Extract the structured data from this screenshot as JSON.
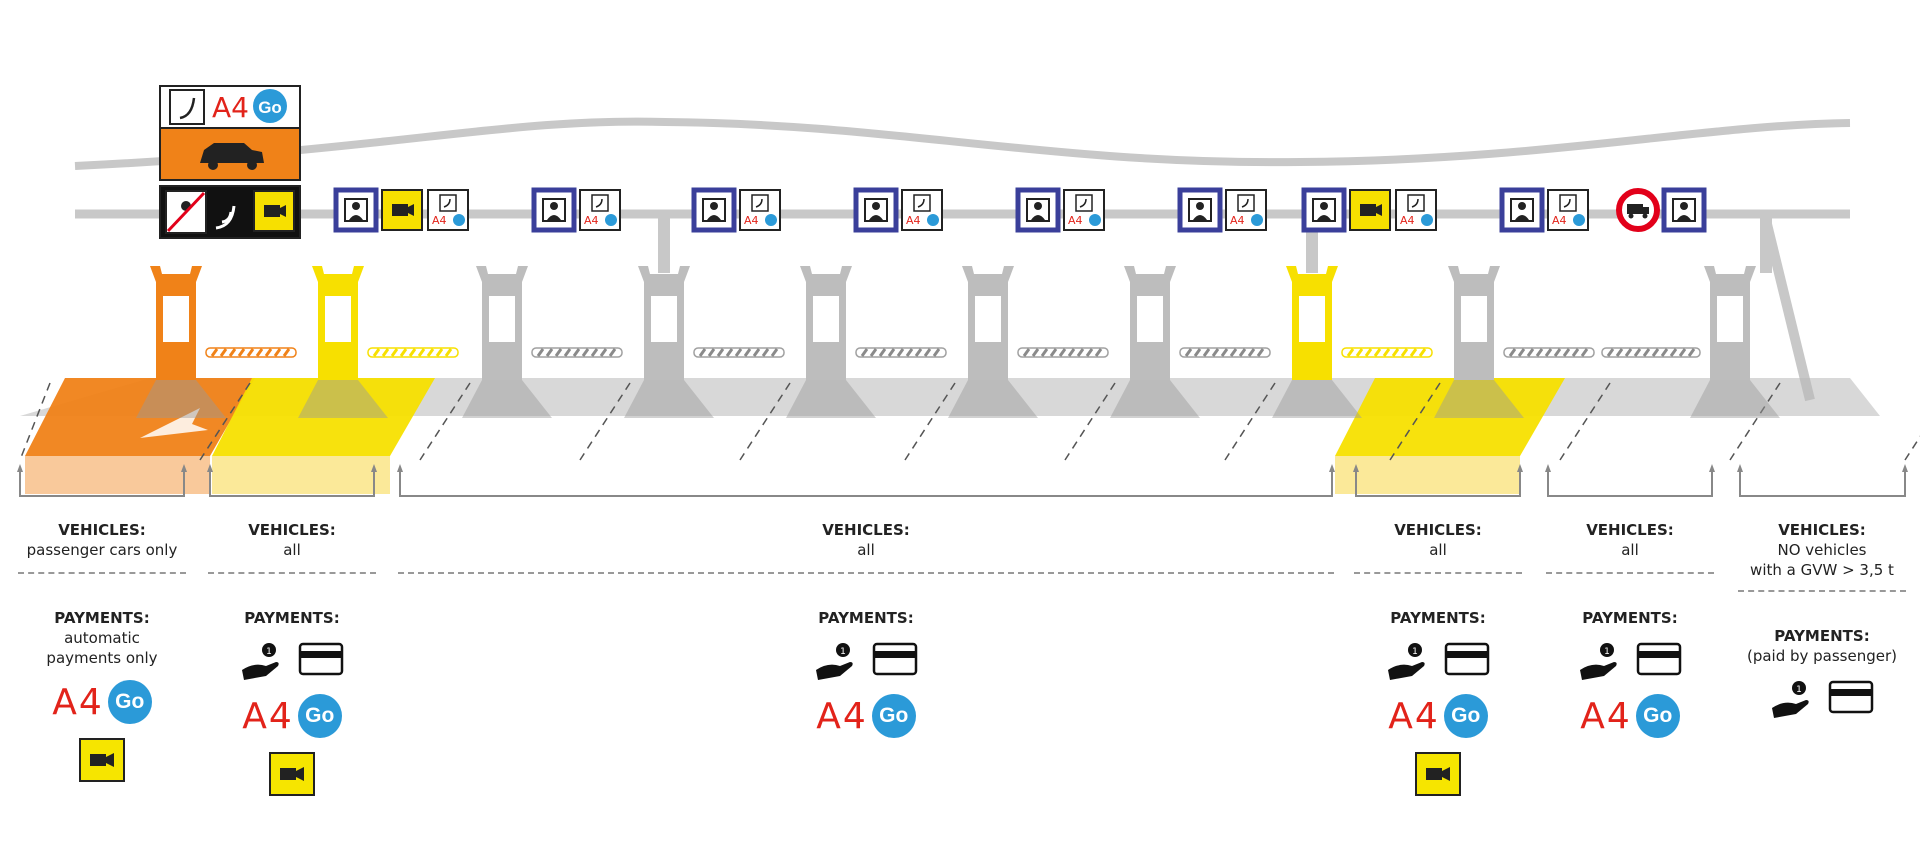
{
  "colors": {
    "orange": "#f08218",
    "yellow": "#f7e000",
    "grey": "#bdbdbd",
    "blue": "#3a3f9a",
    "red": "#e2231a",
    "go_blue": "#2b9ad8"
  },
  "gantry_sign": {
    "brand_text": "A4",
    "go_text": "Go",
    "icons": [
      "radio-icon",
      "car-icon",
      "no-attendant-icon",
      "video-tolling-icon"
    ]
  },
  "lane_icons": [
    [
      "attendant-icon",
      "video-tolling-icon",
      "a4go-card-icon"
    ],
    [
      "attendant-icon",
      "a4go-card-icon"
    ],
    [
      "attendant-icon",
      "a4go-card-icon"
    ],
    [
      "attendant-icon",
      "a4go-card-icon"
    ],
    [
      "attendant-icon",
      "a4go-card-icon"
    ],
    [
      "attendant-icon",
      "a4go-card-icon"
    ],
    [
      "attendant-icon",
      "video-tolling-icon",
      "a4go-card-icon"
    ],
    [
      "attendant-icon",
      "a4go-card-icon"
    ],
    [
      "no-trucks-icon",
      "attendant-icon"
    ]
  ],
  "groups": [
    {
      "vehicles_title": "VEHICLES:",
      "vehicles_text": "passenger cars only",
      "payments_title": "PAYMENTS:",
      "payments_text": "automatic\npayments only",
      "cash": false,
      "card": false,
      "a4go": true,
      "video": true
    },
    {
      "vehicles_title": "VEHICLES:",
      "vehicles_text": "all",
      "payments_title": "PAYMENTS:",
      "payments_text": "",
      "cash": true,
      "card": true,
      "a4go": true,
      "video": true
    },
    {
      "vehicles_title": "VEHICLES:",
      "vehicles_text": "all",
      "payments_title": "PAYMENTS:",
      "payments_text": "",
      "cash": true,
      "card": true,
      "a4go": true,
      "video": false
    },
    {
      "vehicles_title": "VEHICLES:",
      "vehicles_text": "all",
      "payments_title": "PAYMENTS:",
      "payments_text": "",
      "cash": true,
      "card": true,
      "a4go": true,
      "video": true
    },
    {
      "vehicles_title": "VEHICLES:",
      "vehicles_text": "all",
      "payments_title": "PAYMENTS:",
      "payments_text": "",
      "cash": true,
      "card": true,
      "a4go": true,
      "video": false
    },
    {
      "vehicles_title": "VEHICLES:",
      "vehicles_text": "NO vehicles\nwith a GVW > 3,5 t",
      "payments_title": "PAYMENTS:",
      "payments_text": "(paid by passenger)",
      "cash": true,
      "card": true,
      "a4go": false,
      "video": false
    }
  ],
  "a4go_logo": {
    "text": "A4",
    "go": "Go"
  }
}
